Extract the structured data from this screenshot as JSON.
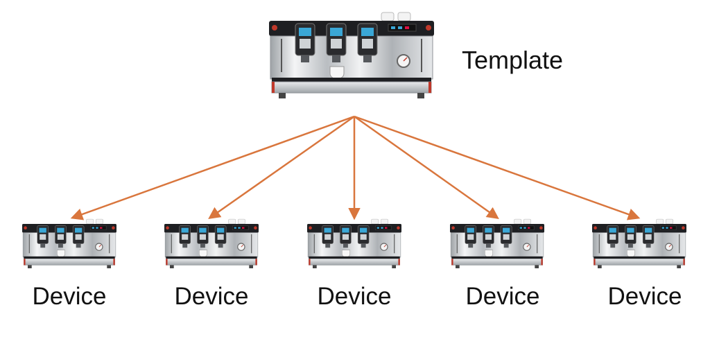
{
  "template": {
    "label": "Template",
    "icon": "espresso-machine-icon"
  },
  "devices": [
    {
      "label": "Device",
      "icon": "espresso-machine-icon"
    },
    {
      "label": "Device",
      "icon": "espresso-machine-icon"
    },
    {
      "label": "Device",
      "icon": "espresso-machine-icon"
    },
    {
      "label": "Device",
      "icon": "espresso-machine-icon"
    },
    {
      "label": "Device",
      "icon": "espresso-machine-icon"
    }
  ],
  "colors": {
    "arrow": "#d9763d",
    "machine_body": "#cfd3d6",
    "machine_dark": "#1e1f22",
    "machine_accent": "#c0392b",
    "display": "#3aa7d6"
  }
}
